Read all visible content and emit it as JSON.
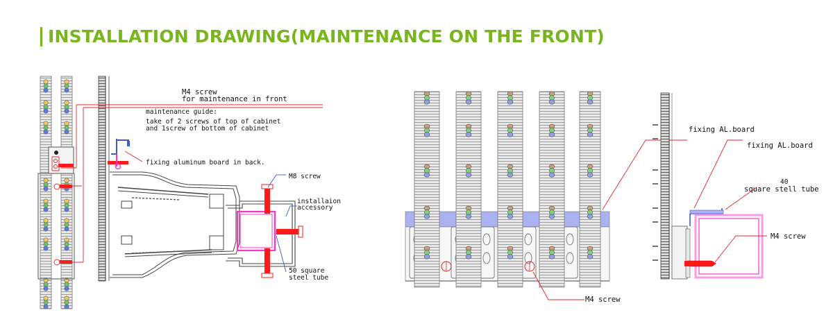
{
  "title": "INSTALLATION DRAWING(MAINTENANCE ON THE FRONT)",
  "colors": {
    "title_green": "#79b51c",
    "callout_red": "#e0262d",
    "steel_tube_magenta": "#ff33cc",
    "cabinet_blue": "#aab2f2",
    "bracket_red": "#ff1a1a",
    "guide_blue": "#3b5bd6"
  },
  "left_drawing": {
    "m4_screw": "M4 screw",
    "m4_screw_note": "for maintenance in front",
    "guide_title": "maintenance guide:",
    "guide_line1": "take of 2 screws of top of  cabinet",
    "guide_line2": "and 1screw of bottom of cabinet",
    "fixing_board": "fixing aluminum board in back.",
    "m8_screw": "M8 screw",
    "accessory_line1": "installaion",
    "accessory_line2": "accessory",
    "tube_line1": "50 square",
    "tube_line2": "steel tube"
  },
  "middle_drawing": {
    "fixing_board": "fixing AL.board",
    "m4_screw": "M4 screw"
  },
  "right_drawing": {
    "fixing_board": "fixing AL.board",
    "tube_line1": "40",
    "tube_line2": "square stell tube",
    "m4_screw": "M4 screw"
  }
}
